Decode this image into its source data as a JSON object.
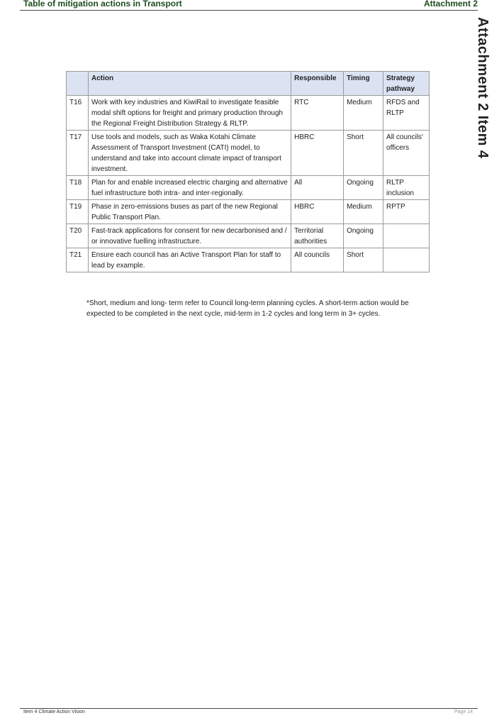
{
  "header": {
    "title": "Table of mitigation actions in Transport",
    "attachment": "Attachment 2"
  },
  "side_label": "Attachment 2 Item 4",
  "table": {
    "headers": [
      "",
      "Action",
      "Responsible",
      "Timing",
      "Strategy pathway"
    ],
    "rows": [
      {
        "id": "T16",
        "action": "Work with key industries and KiwiRail to investigate feasible modal shift options for freight and primary production through the Regional Freight Distribution Strategy & RLTP.",
        "responsible": "RTC",
        "timing": "Medium",
        "pathway": "RFDS and RLTP"
      },
      {
        "id": "T17",
        "action": "Use tools and models, such as Waka Kotahi Climate Assessment of Transport Investment (CATI) model, to understand and take into account climate impact of transport investment.",
        "responsible": "HBRC",
        "timing": "Short",
        "pathway": "All councils' officers"
      },
      {
        "id": "T18",
        "action": "Plan for and enable increased electric charging and alternative fuel infrastructure both intra- and inter-regionally.",
        "responsible": "All",
        "timing": "Ongoing",
        "pathway": "RLTP inclusion"
      },
      {
        "id": "T19",
        "action": "Phase in zero-emissions buses as part of the new Regional Public Transport Plan.",
        "responsible": "HBRC",
        "timing": "Medium",
        "pathway": "RPTP"
      },
      {
        "id": "T20",
        "action": "Fast-track applications for consent for new decarbonised and / or innovative fuelling infrastructure.",
        "responsible": "Territorial authorities",
        "timing": "Ongoing",
        "pathway": ""
      },
      {
        "id": "T21",
        "action": "Ensure each council has an Active Transport Plan for staff to lead by example.",
        "responsible": "All councils",
        "timing": "Short",
        "pathway": ""
      }
    ]
  },
  "footnote": "*Short, medium and long- term refer to Council long-term planning cycles. A short-term action would be expected to be completed in the next cycle, mid-term in 1-2 cycles and long term in 3+ cycles.",
  "footer": {
    "left": "Item 4 Climate Action Vision",
    "right": "Page 14"
  }
}
